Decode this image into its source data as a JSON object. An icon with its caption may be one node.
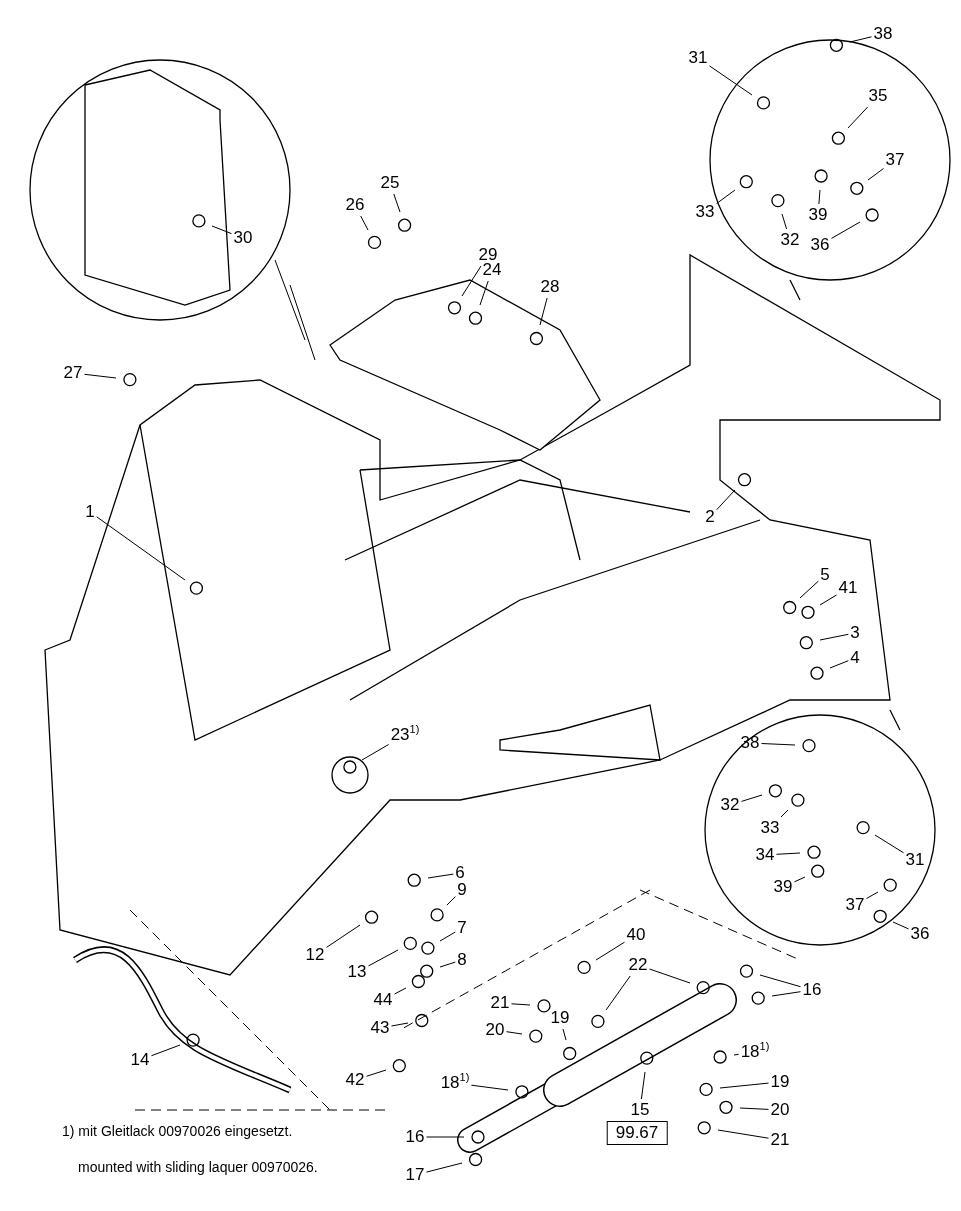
{
  "diagram": {
    "nodes": [
      {
        "text": [
          "38"
        ]
      },
      {
        "text": [
          "31"
        ]
      },
      {
        "text": [
          "35"
        ]
      },
      {
        "text": [
          "37"
        ]
      },
      {
        "text": [
          "33"
        ]
      },
      {
        "text": [
          "25"
        ]
      },
      {
        "text": [
          "26"
        ]
      },
      {
        "text": [
          "39"
        ]
      },
      {
        "text": [
          "30"
        ]
      },
      {
        "text": [
          "32"
        ]
      },
      {
        "text": [
          "36"
        ]
      },
      {
        "text": [
          "29"
        ]
      },
      {
        "text": [
          "24"
        ]
      },
      {
        "text": [
          "28"
        ]
      },
      {
        "text": [
          "27"
        ]
      },
      {
        "text": [
          "1"
        ]
      },
      {
        "text": [
          "2"
        ]
      },
      {
        "text": [
          "5"
        ]
      },
      {
        "text": [
          "41"
        ]
      },
      {
        "text": [
          "3"
        ]
      },
      {
        "text": [
          "4"
        ]
      },
      {
        "text": [
          "23$^{1)}$"
        ]
      },
      {
        "text": [
          "38"
        ]
      },
      {
        "text": [
          "32"
        ]
      },
      {
        "text": [
          "33"
        ]
      },
      {
        "text": [
          "34"
        ]
      },
      {
        "text": [
          "31"
        ]
      },
      {
        "text": [
          "6"
        ]
      },
      {
        "text": [
          "39"
        ]
      },
      {
        "text": [
          "9"
        ]
      },
      {
        "text": [
          "37"
        ]
      },
      {
        "text": [
          "7"
        ]
      },
      {
        "text": [
          "36"
        ]
      },
      {
        "text": [
          "40"
        ]
      },
      {
        "text": [
          "12"
        ]
      },
      {
        "text": [
          "8"
        ]
      },
      {
        "text": [
          "22"
        ]
      },
      {
        "text": [
          "13"
        ]
      },
      {
        "text": [
          "16"
        ]
      },
      {
        "text": [
          "44"
        ]
      },
      {
        "text": [
          "21"
        ]
      },
      {
        "text": [
          "19"
        ]
      },
      {
        "text": [
          "20"
        ]
      },
      {
        "text": [
          "43"
        ]
      },
      {
        "text": [
          "18$^{1)}$"
        ]
      },
      {
        "text": [
          "14"
        ]
      },
      {
        "text": [
          "42"
        ]
      },
      {
        "text": [
          "19"
        ]
      },
      {
        "text": [
          "18$^{1)}$"
        ]
      },
      {
        "text": [
          "15"
        ]
      },
      {
        "text": [
          "20"
        ]
      },
      {
        "text": [
          "99.67"
        ]
      },
      {
        "text": [
          "16"
        ]
      },
      {
        "text": [
          "21"
        ]
      },
      {
        "text": [
          "17"
        ]
      }
    ],
    "edges": [
      {
        "from": 0,
        "to": null,
        "arrow": "none"
      },
      {
        "from": 1,
        "to": null,
        "arrow": "none"
      },
      {
        "from": 2,
        "to": null,
        "arrow": "none"
      },
      {
        "from": 3,
        "to": null,
        "arrow": "none"
      },
      {
        "from": 4,
        "to": null,
        "arrow": "none"
      },
      {
        "from": 5,
        "to": null,
        "arrow": "none"
      },
      {
        "from": 6,
        "to": null,
        "arrow": "none"
      },
      {
        "from": 7,
        "to": null,
        "arrow": "none"
      },
      {
        "from": 8,
        "to": null,
        "arrow": "none"
      },
      {
        "from": 9,
        "to": null,
        "arrow": "none"
      },
      {
        "from": 10,
        "to": null,
        "arrow": "none"
      },
      {
        "from": 11,
        "to": null,
        "arrow": "none"
      },
      {
        "from": 12,
        "to": null,
        "arrow": "none"
      },
      {
        "from": 13,
        "to": null,
        "arrow": "none"
      },
      {
        "from": 14,
        "to": null,
        "arrow": "none"
      },
      {
        "from": 15,
        "to": null,
        "arrow": "none"
      },
      {
        "from": 16,
        "to": null,
        "arrow": "none"
      },
      {
        "from": 17,
        "to": null,
        "arrow": "none"
      },
      {
        "from": 18,
        "to": null,
        "arrow": "none"
      },
      {
        "from": 19,
        "to": null,
        "arrow": "none"
      },
      {
        "from": 20,
        "to": null,
        "arrow": "none"
      },
      {
        "from": 21,
        "to": null,
        "arrow": "none"
      },
      {
        "from": 22,
        "to": null,
        "arrow": "none"
      },
      {
        "from": 23,
        "to": null,
        "arrow": "none"
      },
      {
        "from": 24,
        "to": null,
        "arrow": "none"
      },
      {
        "from": 25,
        "to": null,
        "arrow": "none"
      },
      {
        "from": 26,
        "to": null,
        "arrow": "none"
      },
      {
        "from": 27,
        "to": null,
        "arrow": "none"
      },
      {
        "from": 28,
        "to": null,
        "arrow": "none"
      },
      {
        "from": 29,
        "to": null,
        "arrow": "none"
      },
      {
        "from": 30,
        "to": null,
        "arrow": "none"
      },
      {
        "from": 31,
        "to": null,
        "arrow": "none"
      },
      {
        "from": 32,
        "to": null,
        "arrow": "none"
      },
      {
        "from": 33,
        "to": null,
        "arrow": "none"
      },
      {
        "from": 34,
        "to": null,
        "arrow": "none"
      },
      {
        "from": 35,
        "to": null,
        "arrow": "none"
      },
      {
        "from": 36,
        "to": null,
        "arrow": "none"
      },
      {
        "from": 36,
        "to": null,
        "arrow": "none"
      },
      {
        "from": 37,
        "to": null,
        "arrow": "none"
      },
      {
        "from": 38,
        "to": null,
        "arrow": "none"
      },
      {
        "from": 38,
        "to": null,
        "arrow": "none"
      },
      {
        "from": 39,
        "to": null,
        "arrow": "none"
      },
      {
        "from": 40,
        "to": null,
        "arrow": "none"
      },
      {
        "from": 41,
        "to": null,
        "arrow": "none"
      },
      {
        "from": 42,
        "to": null,
        "arrow": "none"
      },
      {
        "from": 43,
        "to": null,
        "arrow": "none"
      },
      {
        "from": 44,
        "to": null,
        "arrow": "none"
      },
      {
        "from": 45,
        "to": null,
        "arrow": "none"
      },
      {
        "from": 46,
        "to": null,
        "arrow": "none"
      },
      {
        "from": 47,
        "to": null,
        "arrow": "none"
      },
      {
        "from": 48,
        "to": null,
        "arrow": "none"
      },
      {
        "from": 49,
        "to": null,
        "arrow": "none"
      },
      {
        "from": 50,
        "to": null,
        "arrow": "none"
      },
      {
        "from": 52,
        "to": null,
        "arrow": "none"
      },
      {
        "from": 53,
        "to": null,
        "arrow": "none"
      },
      {
        "from": 54,
        "to": null,
        "arrow": "none"
      }
    ],
    "labels": [
      "1) mit Gleitlack 00970026 eingesetzt.",
      "mounted with sliding laquer 00970026."
    ]
  }
}
